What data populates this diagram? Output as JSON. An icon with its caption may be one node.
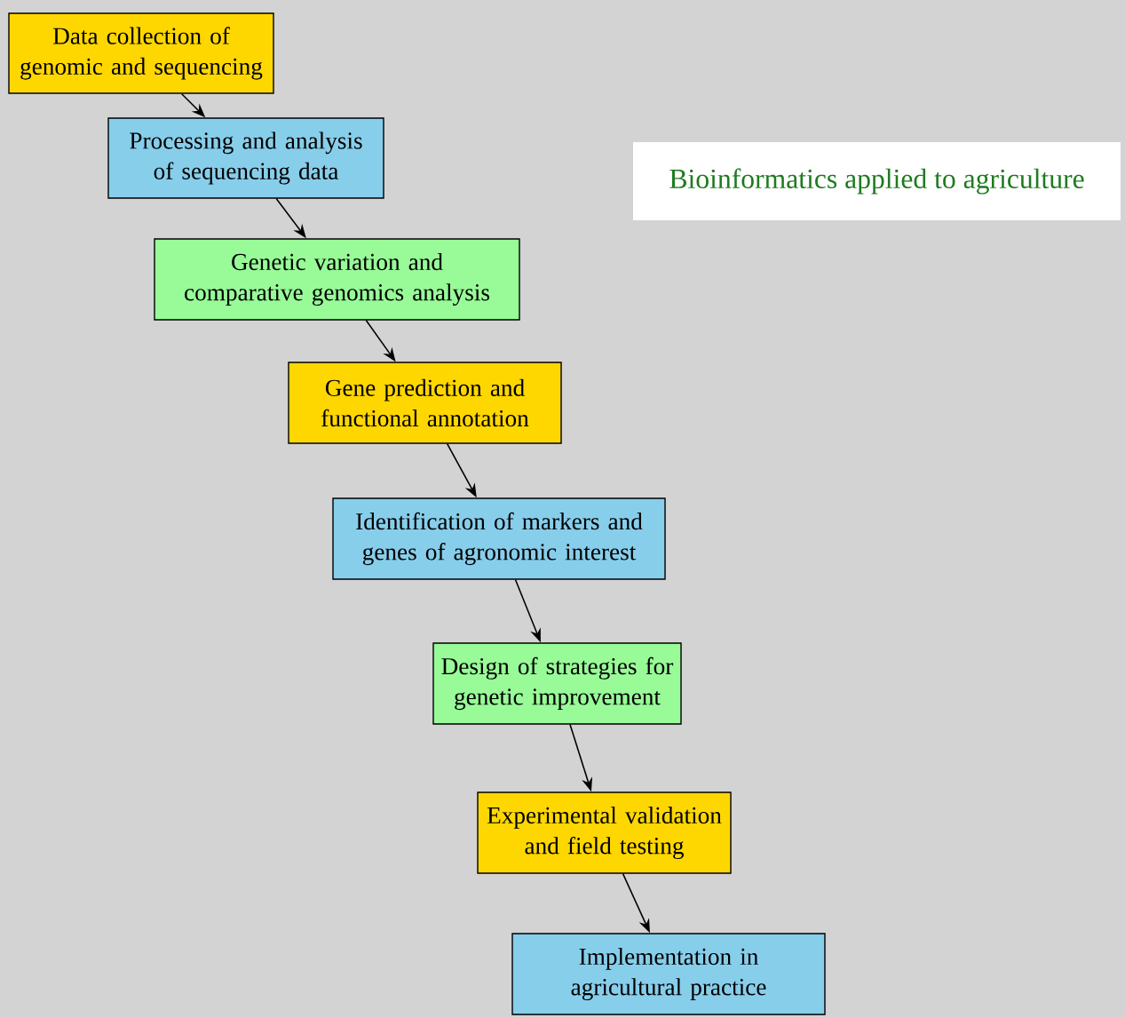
{
  "diagram": {
    "title": "Bioinformatics applied to agriculture",
    "nodes": [
      {
        "text": [
          "Data collection of genomic and sequencing"
        ]
      },
      {
        "text": [
          "Processing and analysis of sequencing data"
        ]
      },
      {
        "text": [
          "Genetic variation and comparative genomics analysis"
        ]
      },
      {
        "text": [
          "Gene prediction and functional annotation"
        ]
      },
      {
        "text": [
          "Identification of markers and genes of agronomic interest"
        ]
      },
      {
        "text": [
          "Design of strategies for genetic improvement"
        ]
      },
      {
        "text": [
          "Experimental validation and field testing"
        ]
      },
      {
        "text": [
          "Implementation in agricultural practice"
        ]
      }
    ],
    "edges": [
      {
        "from": 0,
        "to": 1,
        "arrow": "to"
      },
      {
        "from": 1,
        "to": 2,
        "arrow": "to"
      },
      {
        "from": 2,
        "to": 3,
        "arrow": "to"
      },
      {
        "from": 3,
        "to": 4,
        "arrow": "to"
      },
      {
        "from": 4,
        "to": 5,
        "arrow": "to"
      },
      {
        "from": 5,
        "to": 6,
        "arrow": "to"
      },
      {
        "from": 6,
        "to": 7,
        "arrow": "to"
      }
    ]
  }
}
